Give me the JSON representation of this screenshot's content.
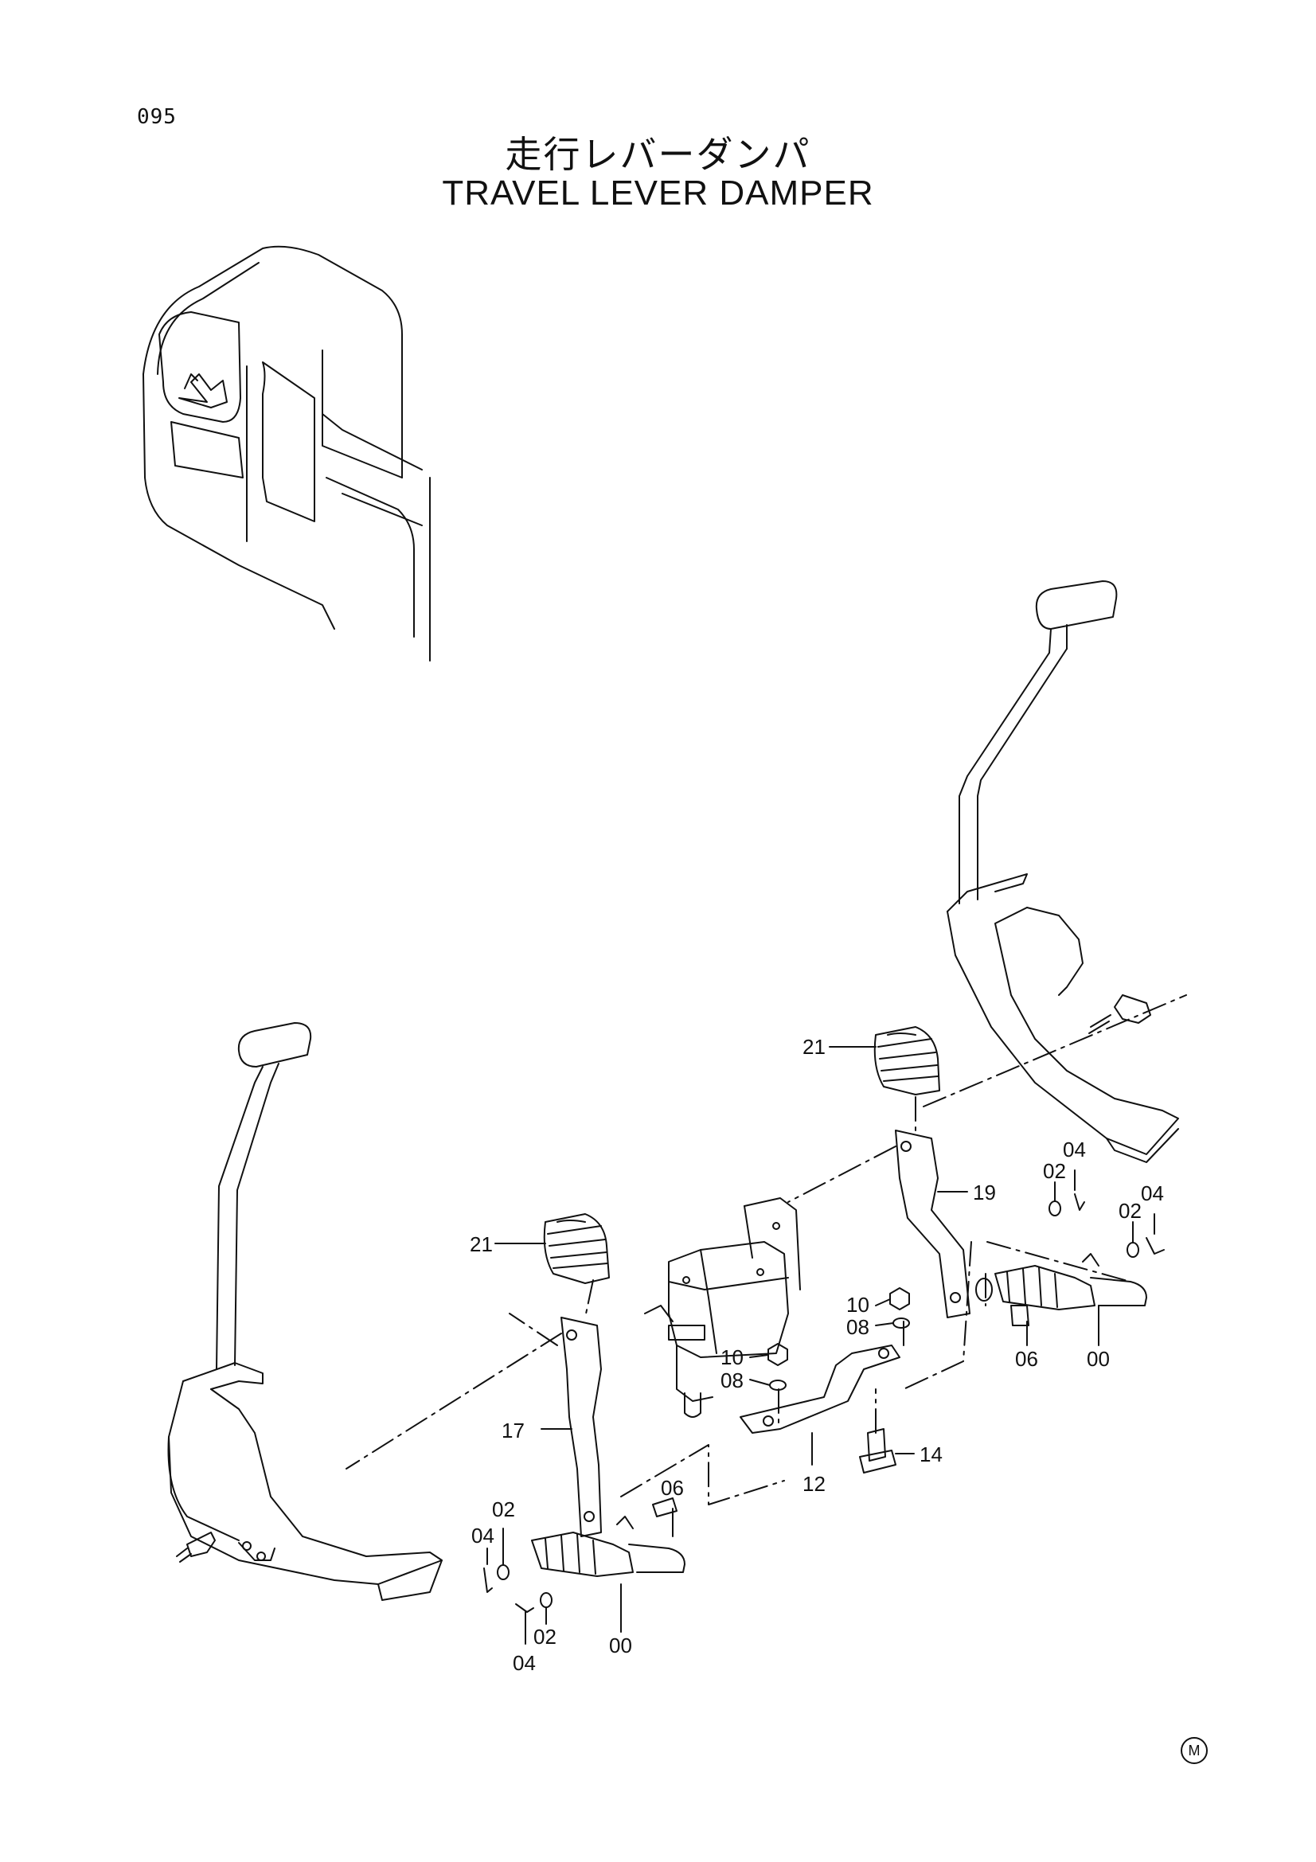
{
  "page_code": "095",
  "title_jp": "走行レバーダンパ",
  "title_en": "TRAVEL LEVER DAMPER",
  "footer_mark": "M",
  "callouts": [
    {
      "id": "c21a",
      "text": "21"
    },
    {
      "id": "c21b",
      "text": "21"
    },
    {
      "id": "c19",
      "text": "19"
    },
    {
      "id": "c17",
      "text": "17"
    },
    {
      "id": "c12",
      "text": "12"
    },
    {
      "id": "c14",
      "text": "14"
    },
    {
      "id": "c10a",
      "text": "10"
    },
    {
      "id": "c08a",
      "text": "08"
    },
    {
      "id": "c10b",
      "text": "10"
    },
    {
      "id": "c08b",
      "text": "08"
    },
    {
      "id": "c06a",
      "text": "06"
    },
    {
      "id": "c00a",
      "text": "00"
    },
    {
      "id": "c02a",
      "text": "02"
    },
    {
      "id": "c04a",
      "text": "04"
    },
    {
      "id": "c02b",
      "text": "02"
    },
    {
      "id": "c04b",
      "text": "04"
    },
    {
      "id": "c06b",
      "text": "06"
    },
    {
      "id": "c00b",
      "text": "00"
    },
    {
      "id": "c02c",
      "text": "02"
    },
    {
      "id": "c04c",
      "text": "04"
    },
    {
      "id": "c02d",
      "text": "02"
    },
    {
      "id": "c04d",
      "text": "04"
    }
  ]
}
